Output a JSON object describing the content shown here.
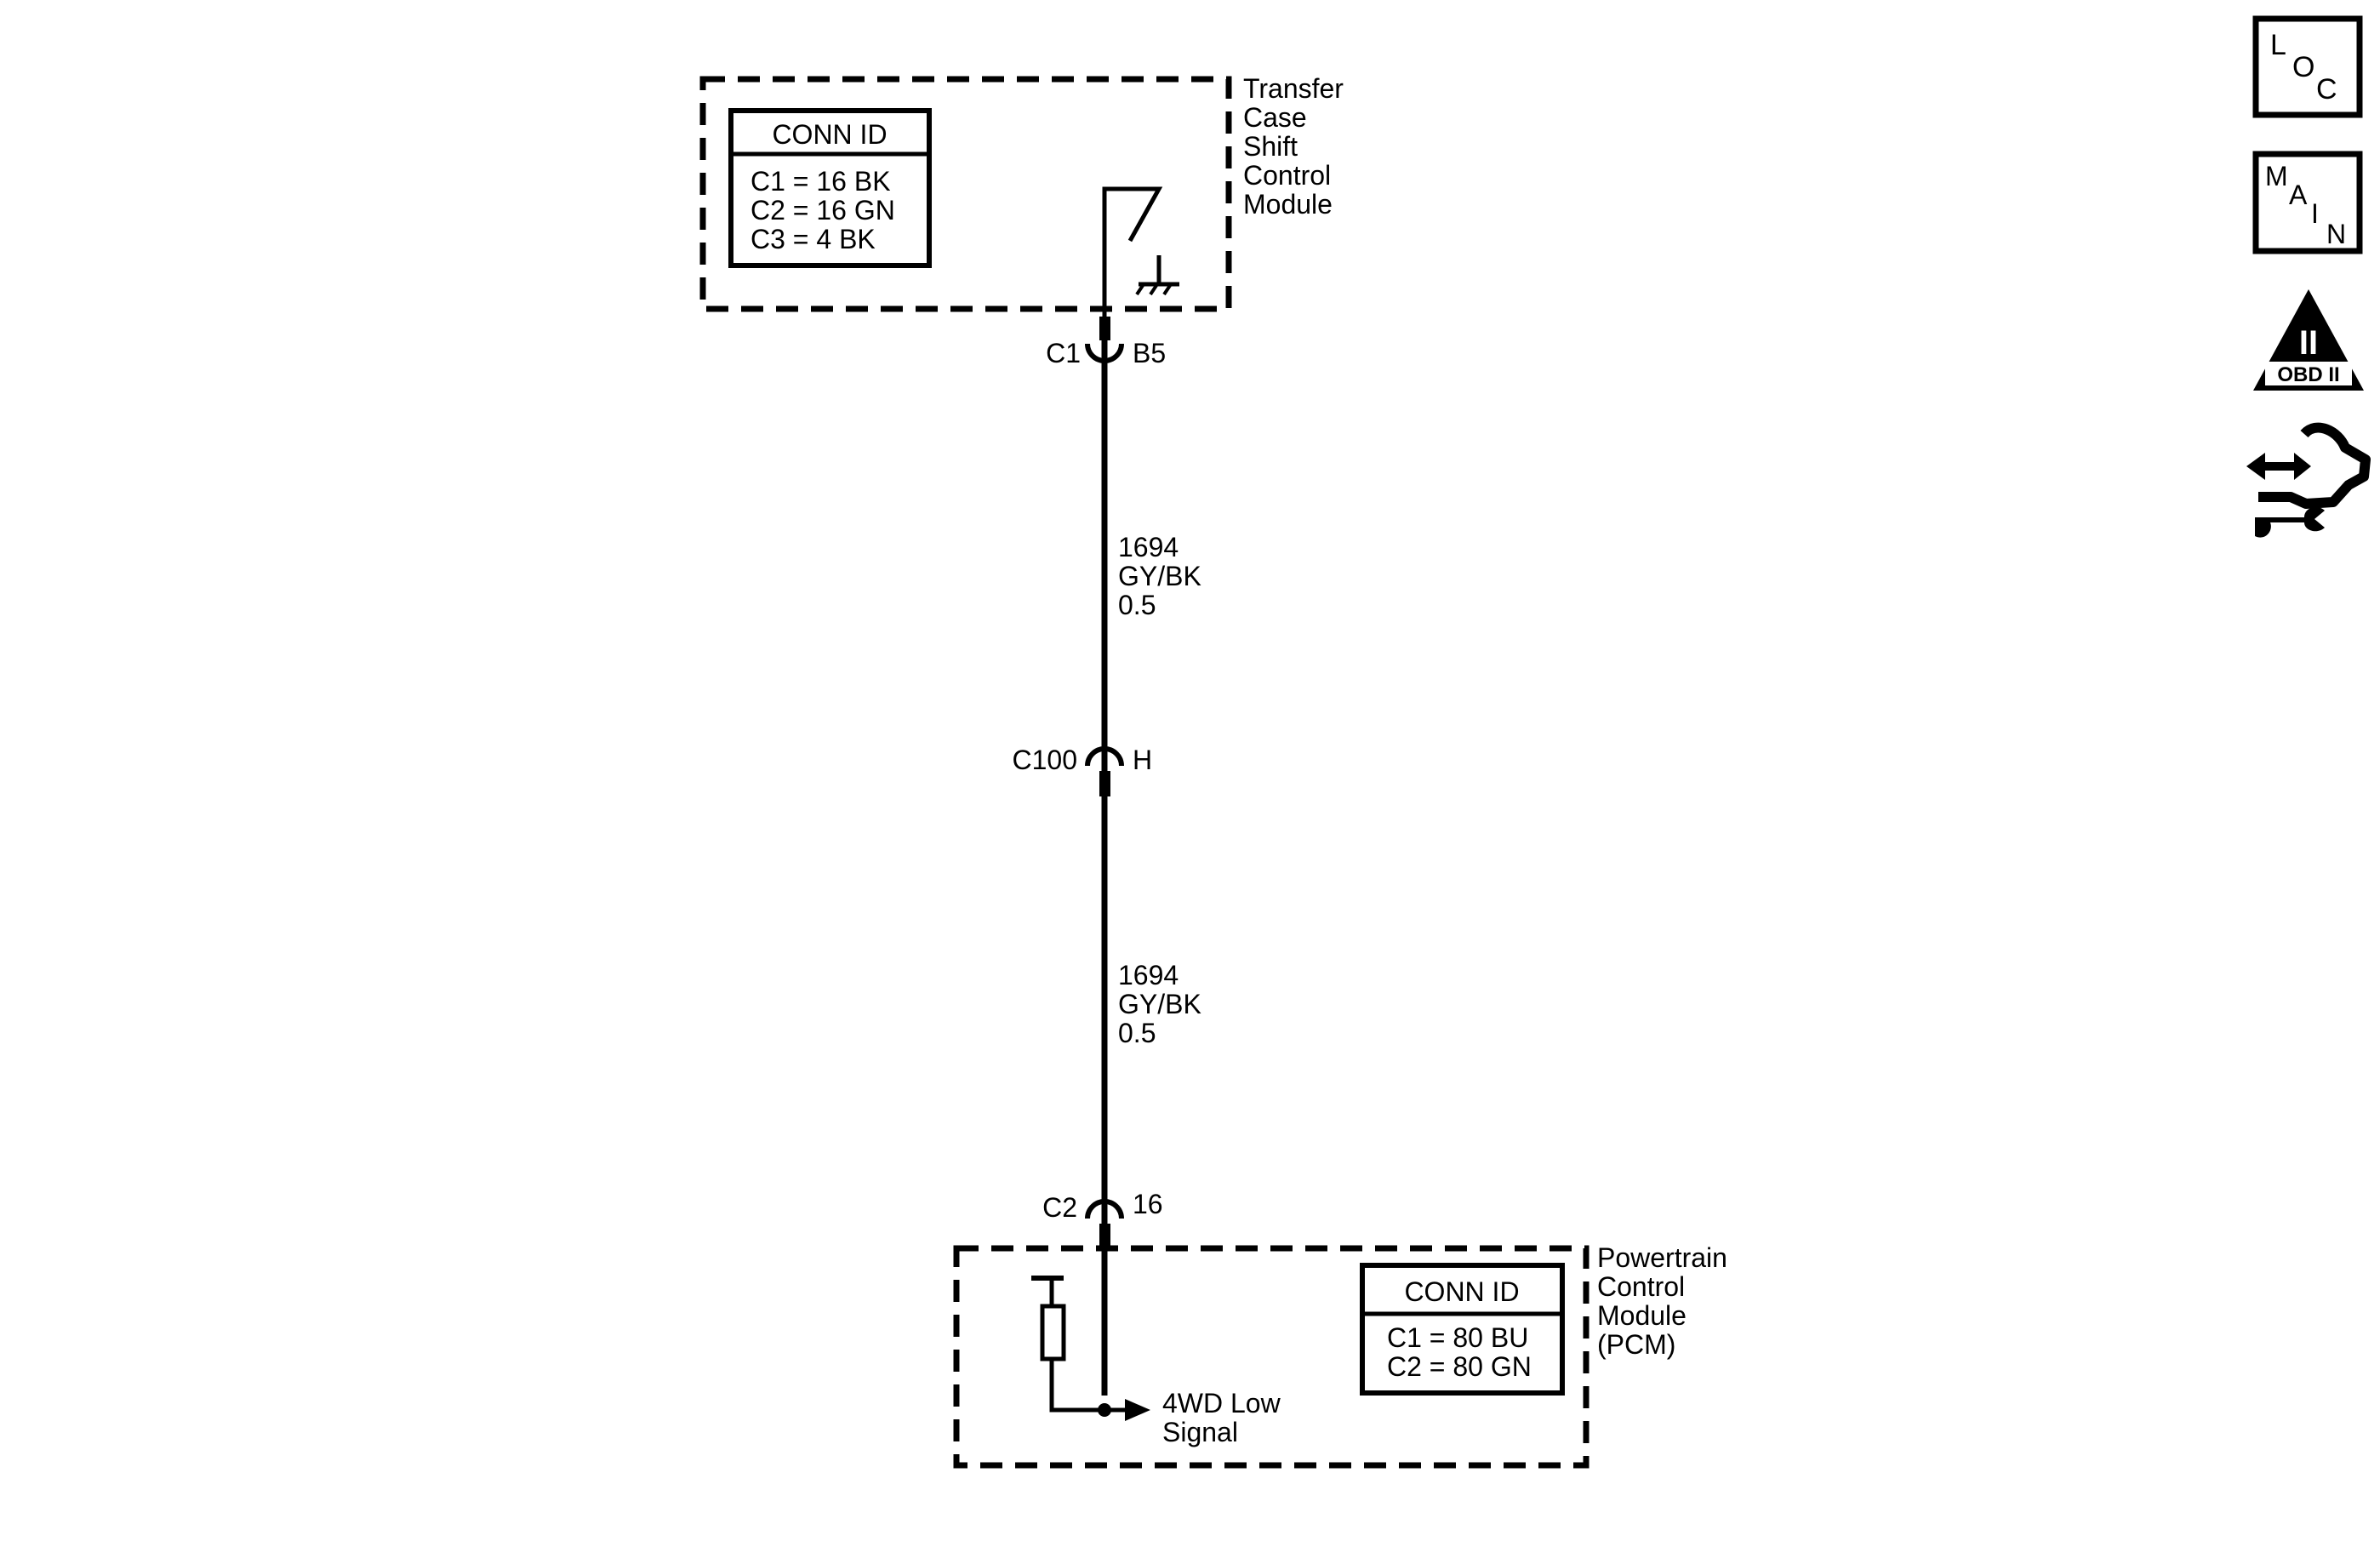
{
  "tcscm": {
    "name_lines": [
      "Transfer",
      "Case",
      "Shift",
      "Control",
      "Module"
    ],
    "conn_id": {
      "header": "CONN ID",
      "rows": [
        "C1 = 16 BK",
        "C2 = 16 GN",
        "C3 = 4 BK"
      ]
    }
  },
  "connector_top": {
    "left": "C1",
    "right": "B5"
  },
  "wire_upper": [
    "1694",
    "GY/BK",
    "0.5"
  ],
  "connector_mid": {
    "left": "C100",
    "right": "H"
  },
  "wire_lower": [
    "1694",
    "GY/BK",
    "0.5"
  ],
  "connector_bottom": {
    "left": "C2",
    "right": "16"
  },
  "pcm": {
    "name_lines": [
      "Powertrain",
      "Control",
      "Module",
      "(PCM)"
    ],
    "conn_id": {
      "header": "CONN ID",
      "rows": [
        "C1 = 80 BU",
        "C2 = 80 GN"
      ]
    },
    "signal_lines": [
      "4WD Low",
      "Signal"
    ]
  },
  "nav": {
    "loc": [
      "L",
      "O",
      "C"
    ],
    "main": [
      "M",
      "A",
      "I",
      "N"
    ],
    "obd_numeral": "II",
    "obd_text": "OBD II"
  }
}
